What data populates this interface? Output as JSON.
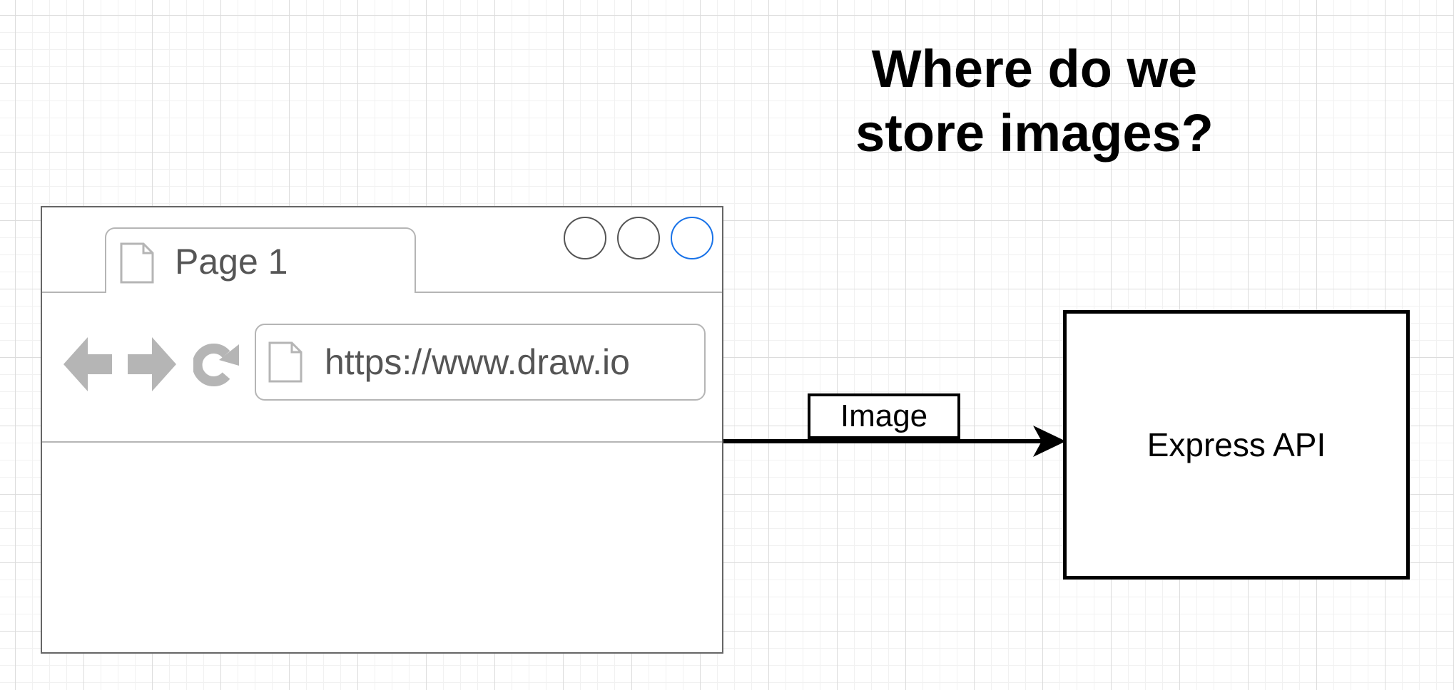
{
  "diagram": {
    "title_lines": [
      "Where do we",
      "store images?"
    ],
    "browser": {
      "tab_label": "Page 1",
      "url": "https://www.draw.io",
      "accent_color": "#1a73e8",
      "chrome_color": "#b5b5b5",
      "icons": [
        "page-icon",
        "back-arrow-icon",
        "forward-arrow-icon",
        "reload-icon"
      ]
    },
    "edge": {
      "label": "Image",
      "direction": "browser-to-api"
    },
    "server": {
      "label": "Express API"
    }
  }
}
